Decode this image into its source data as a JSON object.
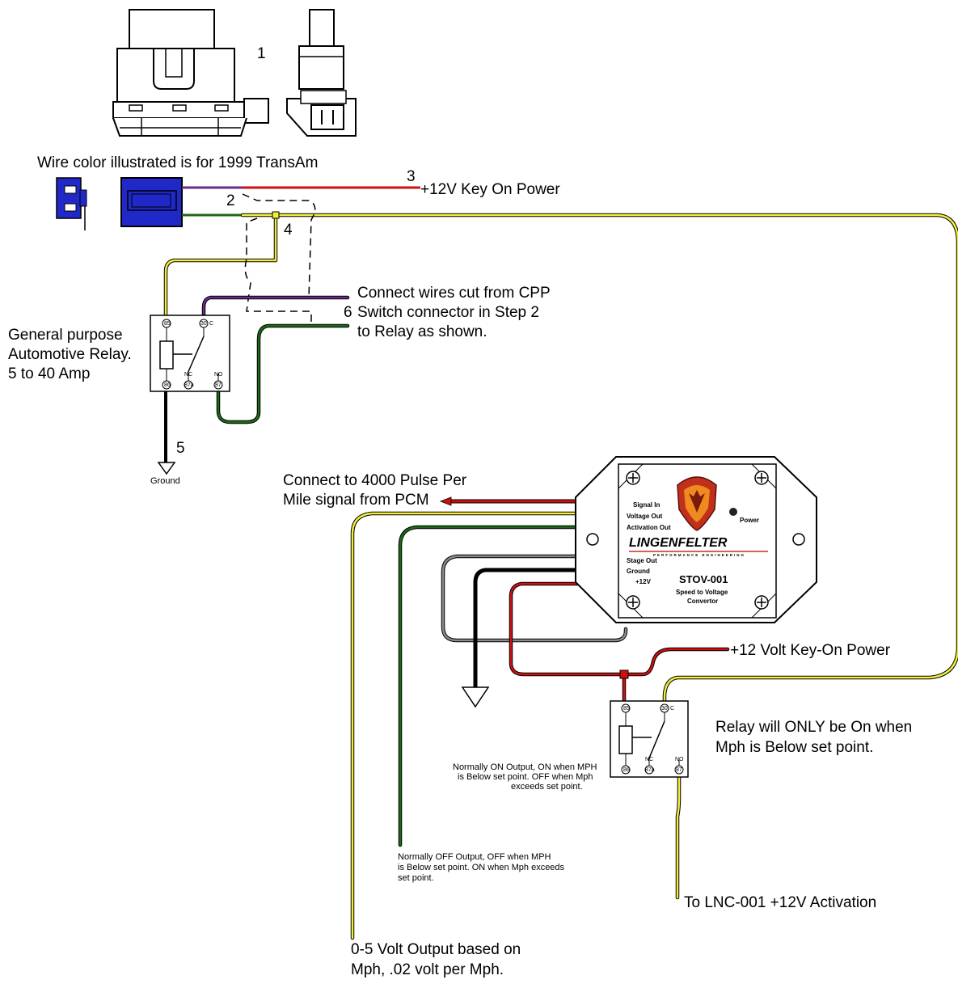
{
  "labels": {
    "step1_num": "1",
    "wire_color_note": "Wire color illustrated is for 1999 TransAm",
    "step3_num": "3",
    "key_on_power_top": "+12V Key On Power",
    "step2_num": "2",
    "step4_num": "4",
    "connect_wires_line1": "Connect wires cut from CPP",
    "step6_num": "6",
    "connect_wires_line2": "Switch connector in Step 2",
    "connect_wires_line3": "to Relay as shown.",
    "relay_desc_line1": "General purpose",
    "relay_desc_line2": "Automotive Relay.",
    "relay_desc_line3": "5 to 40 Amp",
    "step5_num": "5",
    "ground_label": "Ground",
    "pulse_line1": "Connect to 4000 Pulse Per",
    "pulse_line2": "Mile signal from PCM",
    "key_on_power_bottom": "+12 Volt Key-On Power",
    "relay_on_line1": "Relay will ONLY be On when",
    "relay_on_line2": "Mph is Below set point.",
    "normally_on_line1": "Normally ON Output, ON when MPH",
    "normally_on_line2": "is Below set point. OFF when Mph",
    "normally_on_line3": "exceeds set point.",
    "normally_off_line1": "Normally OFF Output, OFF when MPH",
    "normally_off_line2": "is Below set point. ON when Mph exceeds",
    "normally_off_line3": "set point.",
    "lnc_activation": "To LNC-001 +12V Activation",
    "volt_output_line1": "0-5 Volt Output based on",
    "volt_output_line2": "Mph, .02 volt per Mph."
  },
  "relay_pins": {
    "p85": "85",
    "p30": "30",
    "c": "C",
    "nc": "NC",
    "no": "NO",
    "p86": "86",
    "p87a": "87a",
    "p87": "87"
  },
  "module": {
    "signal_in": "Signal In",
    "voltage_out": "Voltage Out",
    "activation_out": "Activation Out",
    "power": "Power",
    "brand": "LINGENFELTER",
    "brand_sub": "PERFORMANCE ENGINEERING",
    "stage_out": "Stage Out",
    "ground": "Ground",
    "plus12v": "+12V",
    "model": "STOV-001",
    "desc_line1": "Speed to Voltage",
    "desc_line2": "Convertor"
  },
  "colors": {
    "red_wire": "#d01010",
    "yellow_wire": "#f2ee3a",
    "green_wire": "#1d6a14",
    "purple_wire": "#6a2a8a",
    "gray_wire": "#8a8a8a",
    "black_wire": "#000000",
    "connector_blue": "#2028c8",
    "logo_red": "#c0301a",
    "logo_orange": "#f08a20"
  }
}
